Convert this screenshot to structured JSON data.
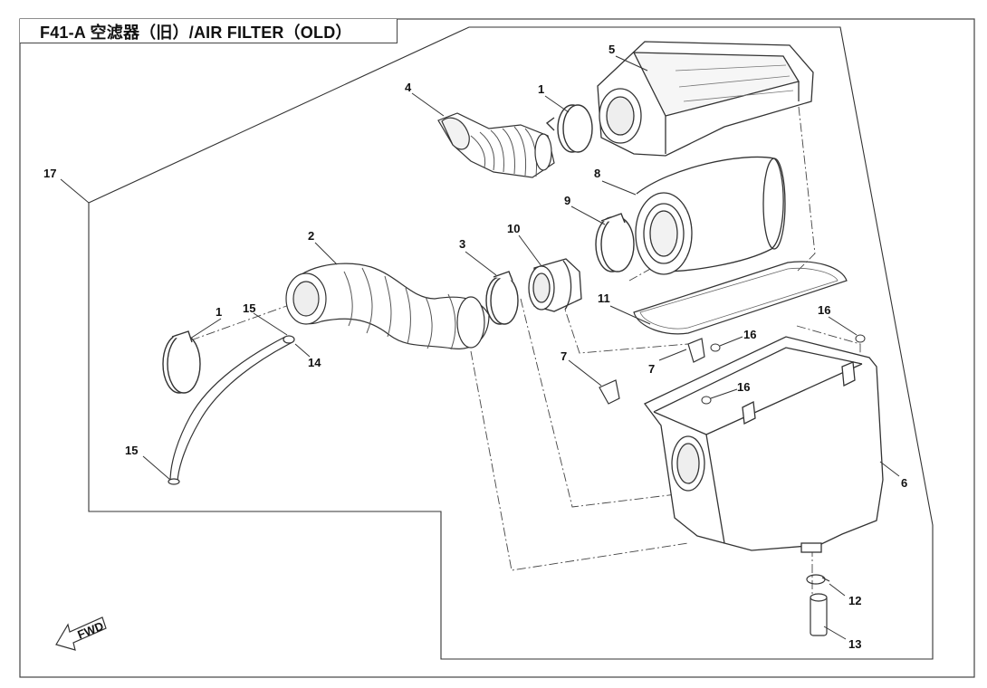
{
  "title": "F41-A 空滤器（旧）/AIR FILTER（OLD）",
  "direction_label": "FWD",
  "callouts": [
    {
      "id": "c1a",
      "label": "1"
    },
    {
      "id": "c1b",
      "label": "1"
    },
    {
      "id": "c2",
      "label": "2"
    },
    {
      "id": "c3",
      "label": "3"
    },
    {
      "id": "c4",
      "label": "4"
    },
    {
      "id": "c5",
      "label": "5"
    },
    {
      "id": "c6",
      "label": "6"
    },
    {
      "id": "c7a",
      "label": "7"
    },
    {
      "id": "c7b",
      "label": "7"
    },
    {
      "id": "c8",
      "label": "8"
    },
    {
      "id": "c9",
      "label": "9"
    },
    {
      "id": "c10",
      "label": "10"
    },
    {
      "id": "c11",
      "label": "11"
    },
    {
      "id": "c12",
      "label": "12"
    },
    {
      "id": "c13",
      "label": "13"
    },
    {
      "id": "c14",
      "label": "14"
    },
    {
      "id": "c15a",
      "label": "15"
    },
    {
      "id": "c15b",
      "label": "15"
    },
    {
      "id": "c16a",
      "label": "16"
    },
    {
      "id": "c16b",
      "label": "16"
    },
    {
      "id": "c16c",
      "label": "16"
    },
    {
      "id": "c17",
      "label": "17"
    }
  ]
}
